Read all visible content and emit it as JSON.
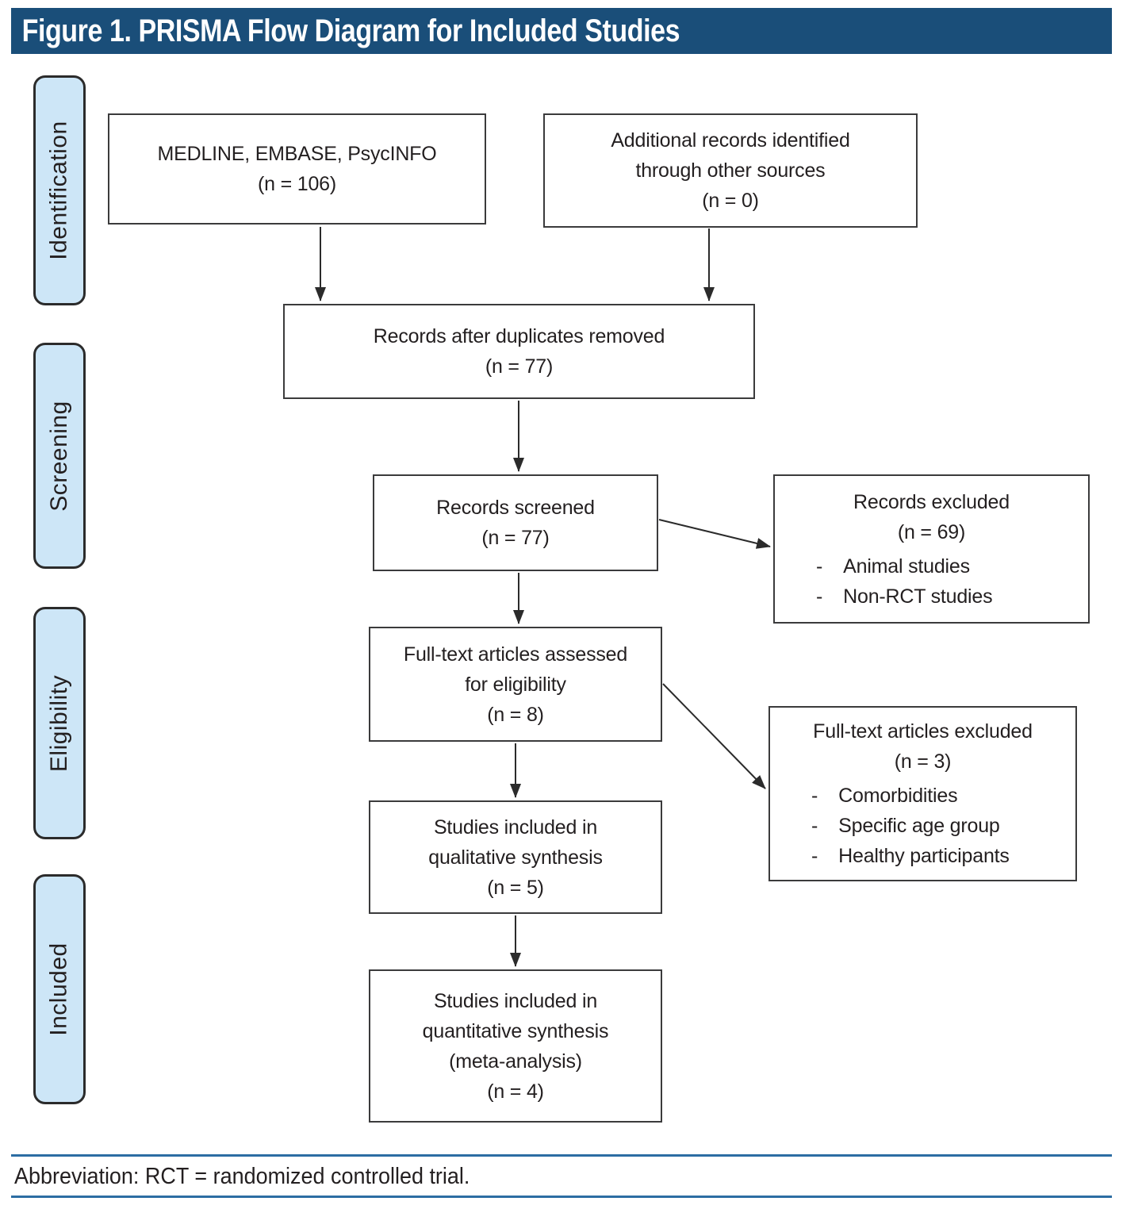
{
  "header": {
    "title": "Figure 1. PRISMA Flow Diagram for Included Studies"
  },
  "stages": [
    {
      "label": "Identification"
    },
    {
      "label": "Screening"
    },
    {
      "label": "Eligibility"
    },
    {
      "label": "Included"
    }
  ],
  "boxes": [
    {
      "id": "sources",
      "lines": [
        "MEDLINE, EMBASE, PsycINFO",
        "(n = 106)"
      ]
    },
    {
      "id": "additional-records",
      "lines": [
        "Additional records identified",
        "through other sources",
        "(n = 0)"
      ]
    },
    {
      "id": "deduplicated",
      "lines": [
        "Records after duplicates removed",
        "(n = 77)"
      ]
    },
    {
      "id": "screened",
      "lines": [
        "Records screened",
        "(n = 77)"
      ]
    },
    {
      "id": "records-excluded",
      "lines": [
        "Records excluded",
        "(n = 69)"
      ],
      "bullets": [
        "Animal studies",
        "Non-RCT studies"
      ]
    },
    {
      "id": "fulltext-assessed",
      "lines": [
        "Full-text articles assessed",
        "for eligibility",
        "(n = 8)"
      ]
    },
    {
      "id": "fulltext-excluded",
      "lines": [
        "Full-text articles excluded",
        "(n = 3)"
      ],
      "bullets": [
        "Comorbidities",
        "Specific age group",
        "Healthy participants"
      ]
    },
    {
      "id": "qualitative",
      "lines": [
        "Studies included in",
        "qualitative synthesis",
        "(n = 5)"
      ]
    },
    {
      "id": "quantitative",
      "lines": [
        "Studies included in",
        "quantitative synthesis",
        "(meta-analysis)",
        "(n = 4)"
      ]
    }
  ],
  "bullet_dash": "-",
  "footer": {
    "text": "Abbreviation: RCT = randomized controlled trial."
  },
  "colors": {
    "header_bg": "#1a4e79",
    "header_text": "#ffffff",
    "stage_fill": "#cde6f7",
    "stage_border": "#2b2b2b",
    "box_fill": "#ffffff",
    "box_border": "#3b3b3c",
    "arrow": "#2b2b2b",
    "rule": "#2c6da3",
    "text": "#231f20"
  }
}
